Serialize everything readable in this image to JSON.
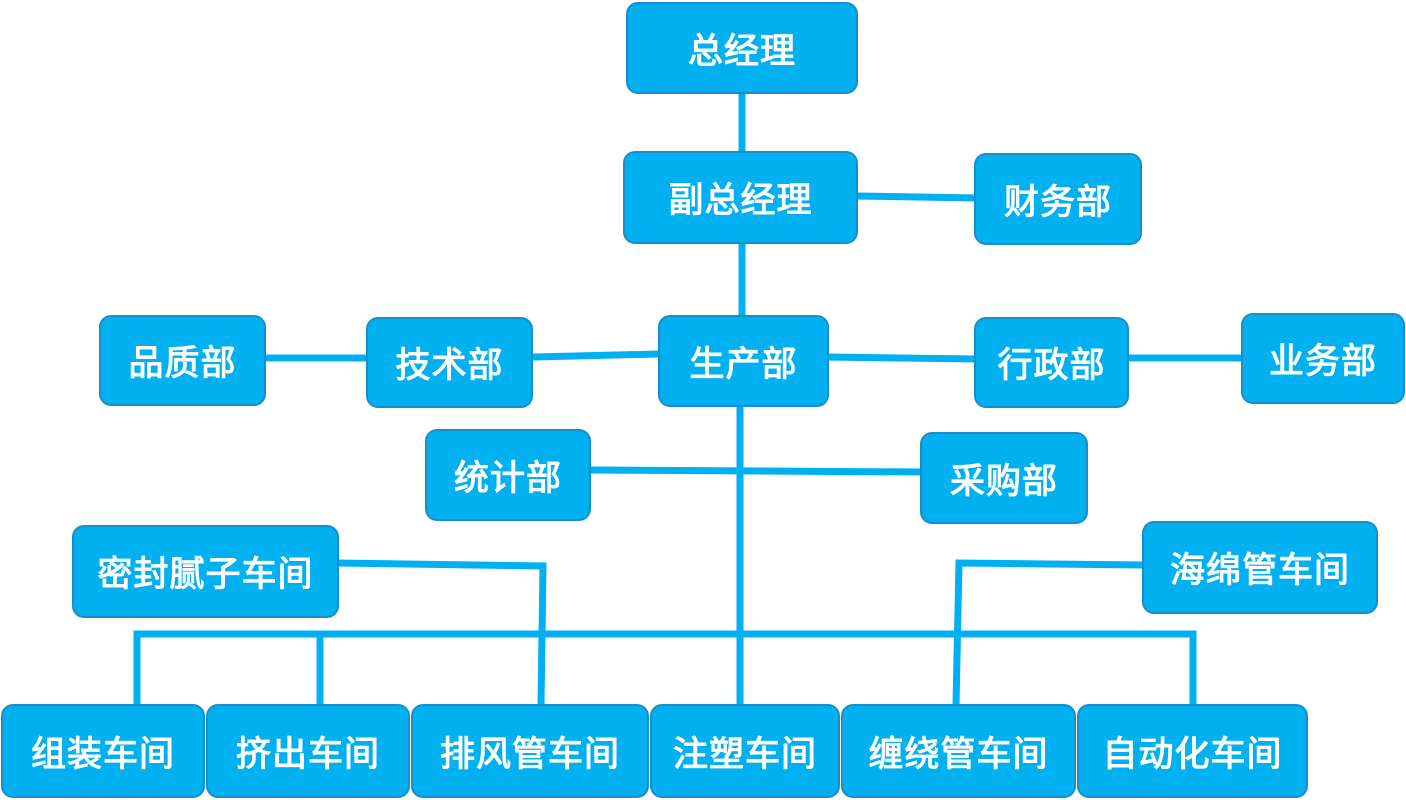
{
  "chart_data": {
    "type": "organization",
    "line_color": "#00b0f0",
    "box_fill": "#00b0f0",
    "box_border": "#1a8ec7",
    "text_color": "#ffffff",
    "nodes": {
      "gm": "总经理",
      "dgm": "副总经理",
      "finance": "财务部",
      "production": "生产部",
      "technology": "技术部",
      "quality": "品质部",
      "admin": "行政部",
      "business": "业务部",
      "statistics": "统计部",
      "purchasing": "采购部",
      "sealant_ws": "密封腻子车间",
      "sponge_ws": "海绵管车间",
      "assembly_ws": "组装车间",
      "extrusion_ws": "挤出车间",
      "exhaust_ws": "排风管车间",
      "injection_ws": "注塑车间",
      "winding_ws": "缠绕管车间",
      "automation_ws": "自动化车间"
    },
    "edges": [
      [
        "gm",
        "dgm"
      ],
      [
        "dgm",
        "finance"
      ],
      [
        "dgm",
        "production"
      ],
      [
        "production",
        "technology"
      ],
      [
        "technology",
        "quality"
      ],
      [
        "production",
        "admin"
      ],
      [
        "admin",
        "business"
      ],
      [
        "production",
        "statistics"
      ],
      [
        "production",
        "purchasing"
      ],
      [
        "production",
        "sealant_ws"
      ],
      [
        "production",
        "sponge_ws"
      ],
      [
        "production",
        "assembly_ws"
      ],
      [
        "production",
        "extrusion_ws"
      ],
      [
        "production",
        "exhaust_ws"
      ],
      [
        "production",
        "injection_ws"
      ],
      [
        "production",
        "winding_ws"
      ],
      [
        "production",
        "automation_ws"
      ]
    ]
  }
}
